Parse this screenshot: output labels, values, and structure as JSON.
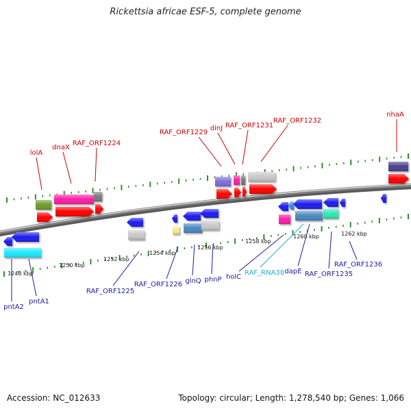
{
  "title": "Rickettsia africae ESF-5, complete genome",
  "footer": {
    "accession": "Accession: NC_012633",
    "summary": "Topology: circular; Length: 1,278,540 bp; Genes: 1,066"
  },
  "colors": {
    "backbone": "#7f7f7f",
    "tick": "#2f8f2f",
    "label_top": "#cc0000",
    "label_bottom": "#1a1aa0",
    "label_rna": "#29a8e0",
    "cds": "#ff0000",
    "gene_blue": "#1a1af0",
    "grey": "#c8c8c8",
    "darkgrey": "#7a7a7a",
    "magenta": "#ff1aa8",
    "olive": "#6e9a2a",
    "purple": "#7a6ed8",
    "navy": "#4a3f8a",
    "steel": "#4a88c0",
    "mint": "#2ee8b0",
    "cyan": "#1ae8ff",
    "yellow": "#f8e88a",
    "lightblue": "#3a8ae8"
  },
  "scale_labels": [
    "1248 kbp",
    "1250 kbp",
    "1252 kbp",
    "1254 kbp",
    "1256 kbp",
    "1258 kbp",
    "1260 kbp",
    "1262 kbp"
  ],
  "top_labels": [
    "lolA",
    "dnaX",
    "RAF_ORF1224",
    "RAF_ORF1229",
    "dinJ",
    "RAF_ORF1231",
    "RAF_ORF1232",
    "nhaA"
  ],
  "bottom_labels": [
    "pntA2",
    "pntA1",
    "RAF_ORF1225",
    "RAF_ORF1226",
    "glnQ",
    "phnP",
    "holC",
    "RAF_RNA38",
    "dapE",
    "RAF_ORF1235",
    "RAF_ORF1236"
  ]
}
